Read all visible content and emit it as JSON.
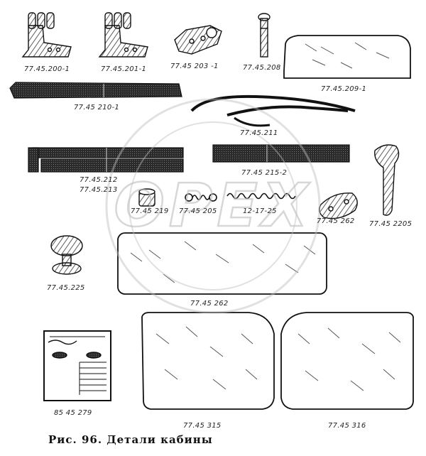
{
  "caption": "Рис. 96. Детали кабины",
  "watermark": {
    "text": "OPEX",
    "color": "#c8c8c8"
  },
  "parts": [
    {
      "id": "p1",
      "label": "77.45.200-1"
    },
    {
      "id": "p2",
      "label": "77.45.201-1"
    },
    {
      "id": "p3",
      "label": "77.45 203 -1"
    },
    {
      "id": "p4",
      "label": "77.45.208"
    },
    {
      "id": "p5",
      "label": "77.45.209-1"
    },
    {
      "id": "p6",
      "label": "77.45 210-1"
    },
    {
      "id": "p7",
      "label": "77.45.211"
    },
    {
      "id": "p8",
      "label": "77.45.212"
    },
    {
      "id": "p9",
      "label": "77.45.213"
    },
    {
      "id": "p10",
      "label": "77.45 215-2"
    },
    {
      "id": "p11",
      "label": "77.45 219"
    },
    {
      "id": "p12",
      "label": "77.45 205"
    },
    {
      "id": "p13",
      "label": "12-17-25"
    },
    {
      "id": "p14",
      "label": "77.45 262"
    },
    {
      "id": "p15",
      "label": "77.45 2205"
    },
    {
      "id": "p16",
      "label": "77.45.225"
    },
    {
      "id": "p17",
      "label": "77.45 262"
    },
    {
      "id": "p18",
      "label": "85 45 279"
    },
    {
      "id": "p19",
      "label": "77.45 315"
    },
    {
      "id": "p20",
      "label": "77.45 316"
    }
  ]
}
